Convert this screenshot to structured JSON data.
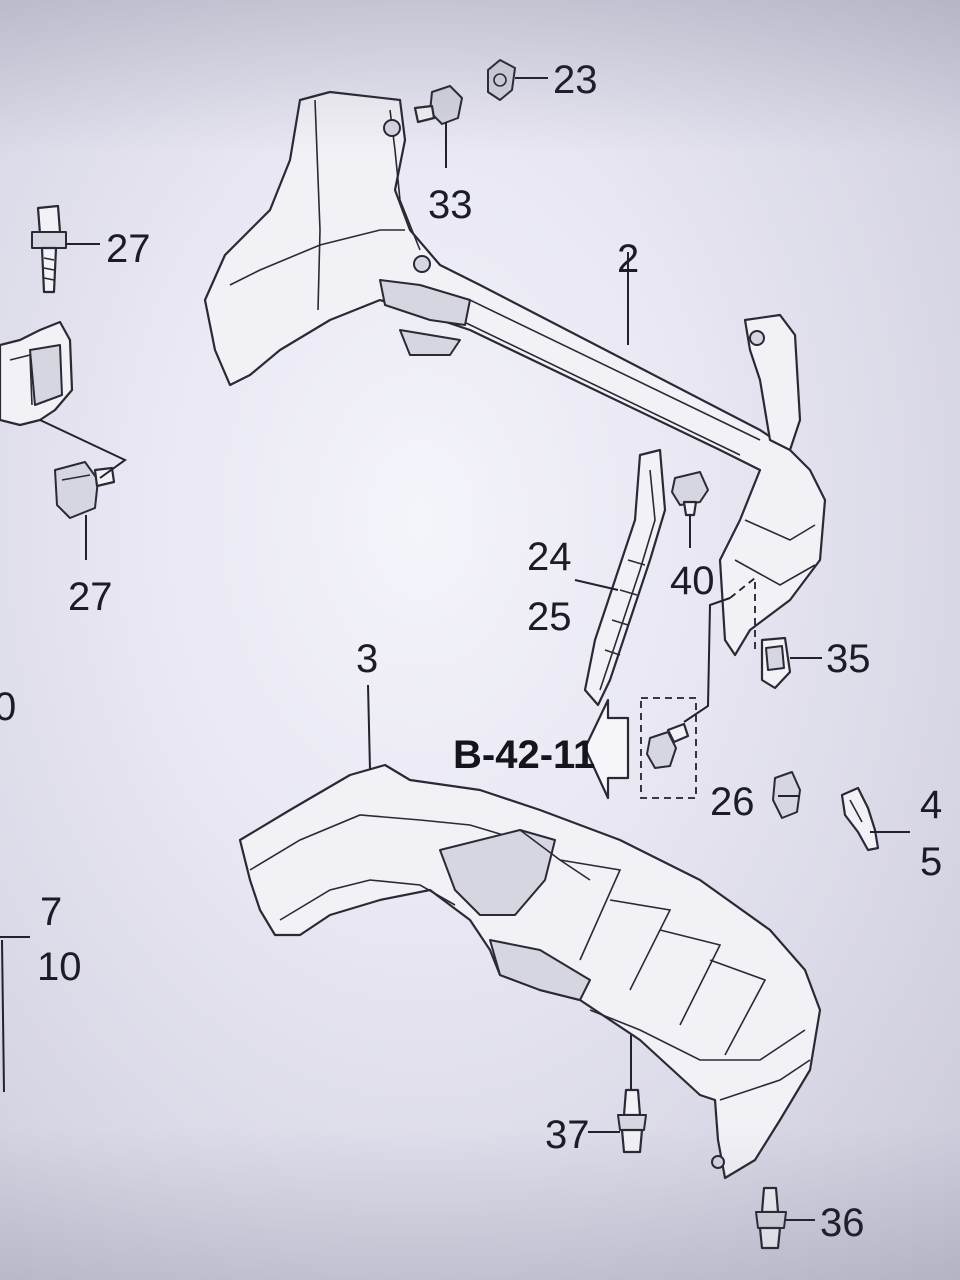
{
  "callouts": {
    "c23": "23",
    "c33": "33",
    "c27a": "27",
    "c27b": "27",
    "c2": "2",
    "c24": "24",
    "c25": "25",
    "c40": "40",
    "c35": "35",
    "c3": "3",
    "c0": "0",
    "c26": "26",
    "c4": "4",
    "c5": "5",
    "c7": "7",
    "c10": "10",
    "c37": "37",
    "c36": "36"
  },
  "reference": {
    "label": "B-42-11"
  }
}
